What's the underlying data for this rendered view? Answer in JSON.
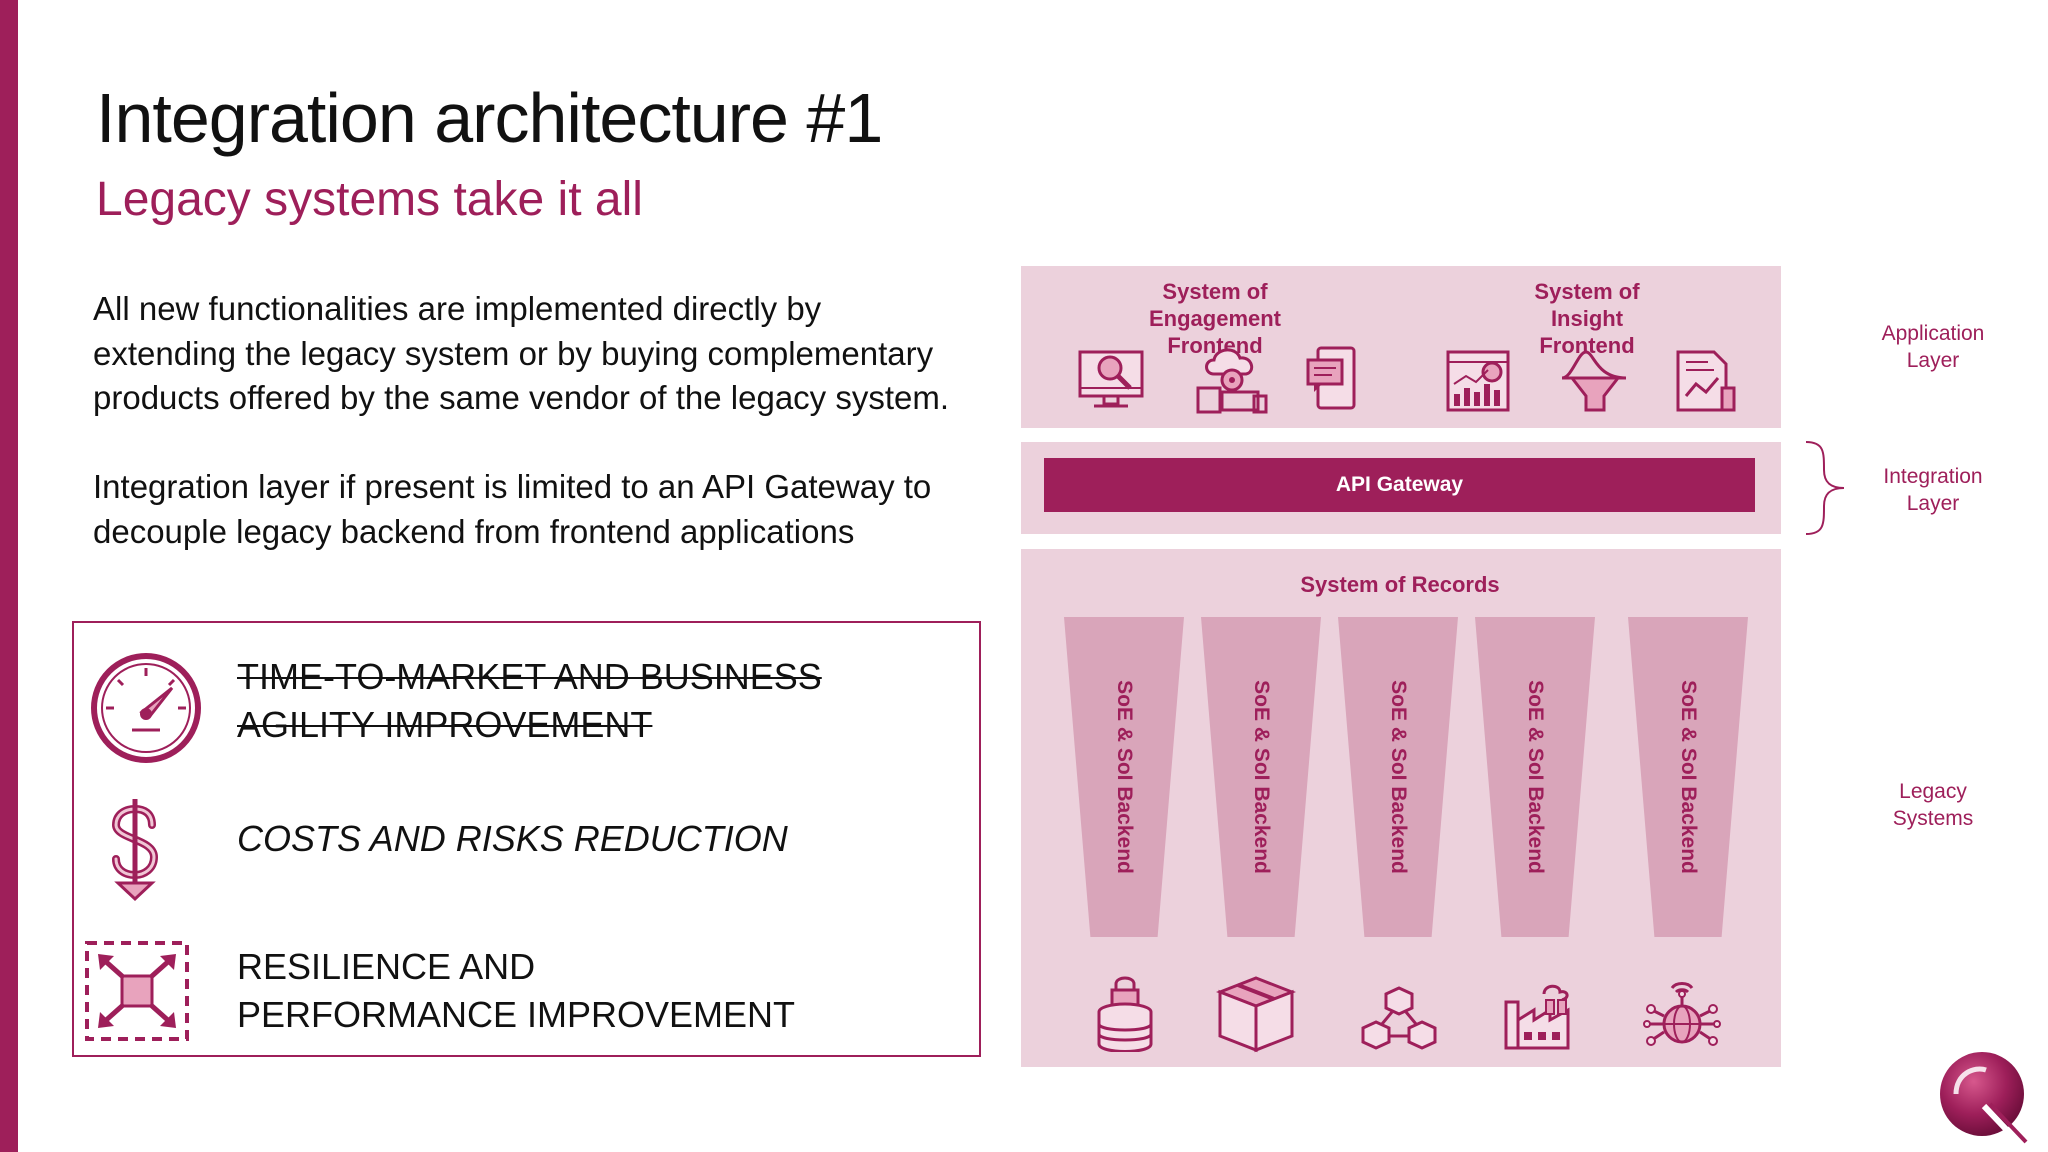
{
  "slide": {
    "title": "Integration architecture #1",
    "subtitle": "Legacy systems take it all",
    "paragraph_1": "All new functionalities are implemented directly by extending the legacy system or by buying complementary products offered by the same vendor of the legacy system.",
    "paragraph_2": "Integration layer if present is limited to an API Gateway to decouple legacy backend from frontend applications"
  },
  "benefits": [
    {
      "text": "TIME-TO-MARKET AND BUSINESS AGILITY IMPROVEMENT",
      "icon": "speedometer-icon",
      "struck_through": true
    },
    {
      "text": "COSTS AND RISKS REDUCTION",
      "icon": "dollar-down-icon",
      "style": "italic"
    },
    {
      "text": "RESILIENCE AND PERFORMANCE IMPROVEMENT",
      "icon": "expand-arrows-icon"
    }
  ],
  "diagram": {
    "soe_title": "System of Engagement Frontend",
    "soi_title": "System of Insight Frontend",
    "api_gateway": "API Gateway",
    "records_title": "System of Records",
    "backend_label": "SoE & SoI Backend",
    "backends": [
      "SoE & SoI Backend",
      "SoE & SoI Backend",
      "SoE & SoI Backend",
      "SoE & SoI Backend",
      "SoE & SoI Backend"
    ],
    "layers": {
      "application": "Application Layer",
      "integration": "Integration Layer",
      "legacy": "Legacy Systems"
    },
    "soe_icons": [
      "monitor-search-icon",
      "cloud-gear-devices-icon",
      "tablet-chat-icon"
    ],
    "soi_icons": [
      "dashboard-analytics-icon",
      "data-funnel-icon",
      "report-document-icon"
    ],
    "legacy_icons": [
      "database-lock-icon",
      "package-box-icon",
      "cubes-network-icon",
      "factory-icon",
      "globe-network-icon"
    ]
  },
  "colors": {
    "accent": "#9e1f5a",
    "panel": "#ecd1dc",
    "backend": "#d9a5ba"
  }
}
